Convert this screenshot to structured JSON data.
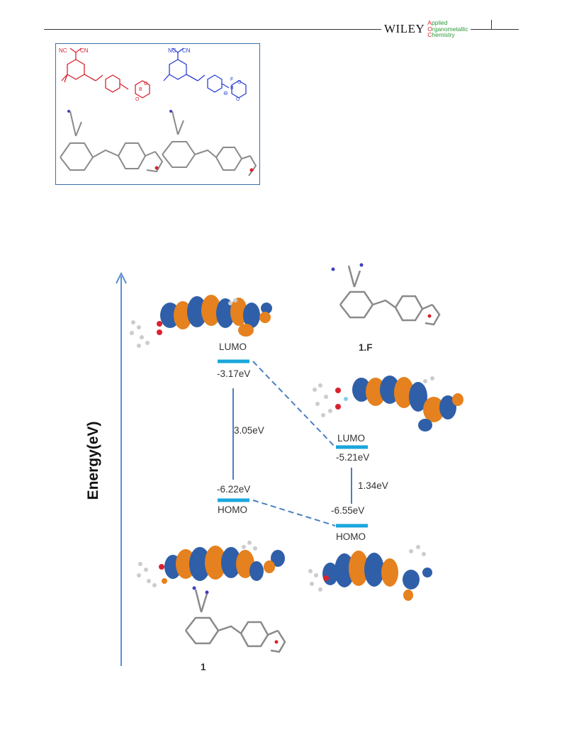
{
  "header": {
    "publisher": "WILEY",
    "journal_line1_cap": "A",
    "journal_line1_rest": "pplied",
    "journal_line2_cap": "O",
    "journal_line2_rest": "rganometallic",
    "journal_line3_cap": "C",
    "journal_line3_rest": "hemistry"
  },
  "scheme": {
    "nc_left_1": "NC",
    "nc_left_2": "CN",
    "nc_right_1": "NC",
    "nc_right_2": "CN",
    "b_left": "B",
    "o_left_1": "O",
    "o_left_2": "O",
    "b_right": "B",
    "f_right": "F",
    "o_right_1": "O",
    "o_right_2": "O",
    "charge_right": "⊖"
  },
  "diagram": {
    "y_axis_label": "Energy(eV)",
    "left_lumo_label": "LUMO",
    "left_lumo_energy": "-3.17eV",
    "left_gap": "3.05eV",
    "left_homo_energy": "-6.22eV",
    "left_homo_label": "HOMO",
    "right_lumo_label": "LUMO",
    "right_lumo_energy": "-5.21eV",
    "right_gap": "1.34eV",
    "right_homo_energy": "-6.55eV",
    "right_homo_label": "HOMO",
    "compound_left": "1",
    "compound_right": "1.F",
    "colors": {
      "level_bar": "#1aa6dc",
      "connector": "#4a7fc0",
      "axis": "#5b8fcf",
      "orbital_orange": "#e5811e",
      "orbital_blue": "#2f5fa8"
    }
  }
}
